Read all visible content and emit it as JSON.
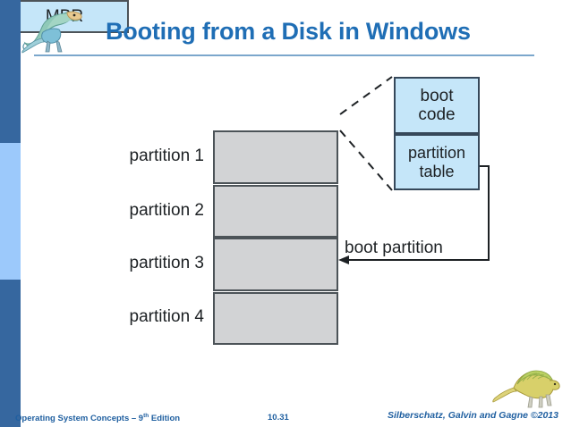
{
  "slide": {
    "title": "Booting from a Disk in Windows",
    "accent_color": "#1f6eb5",
    "sidebar_dark": "#36679f",
    "sidebar_light": "#9cc9fb"
  },
  "diagram": {
    "mbr_label": "MBR",
    "mbr_fill": "#c5e6f9",
    "partition_fill": "#d2d3d5",
    "partitions": [
      {
        "label": "partition 1"
      },
      {
        "label": "partition 2"
      },
      {
        "label": "partition 3"
      },
      {
        "label": "partition 4"
      }
    ],
    "detail": {
      "boot_code_line1": "boot",
      "boot_code_line2": "code",
      "partition_table_line1": "partition",
      "partition_table_line2": "table"
    },
    "boot_partition_label": "boot partition"
  },
  "footer": {
    "left_prefix": "Operating System Concepts – 9",
    "left_sup": "th",
    "left_suffix": " Edition",
    "page_number": "10.31",
    "right": "Silberschatz, Galvin and Gagne ©2013"
  },
  "icons": {
    "dino_top": "dinosaur-logo-icon",
    "dino_bottom": "dimetrodon-logo-icon"
  }
}
